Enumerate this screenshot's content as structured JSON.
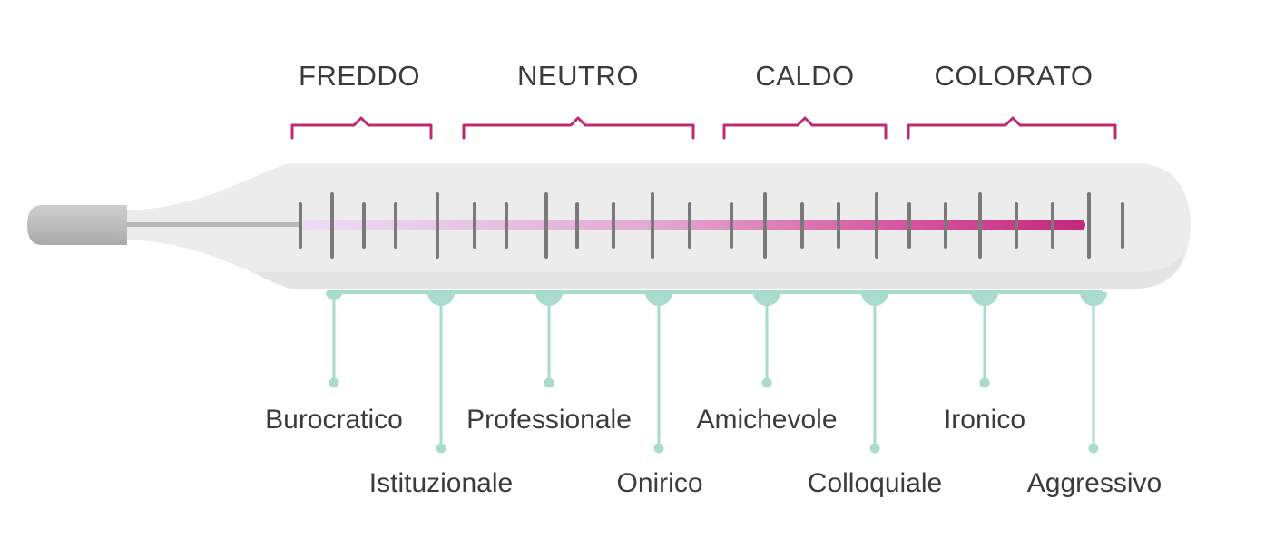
{
  "categories": [
    {
      "id": "freddo",
      "label": "FREDDO"
    },
    {
      "id": "neutro",
      "label": "NEUTRO"
    },
    {
      "id": "caldo",
      "label": "CALDO"
    },
    {
      "id": "colorato",
      "label": "COLORATO"
    }
  ],
  "tones": [
    {
      "id": "burocratico",
      "label": "Burocratico"
    },
    {
      "id": "istituzionale",
      "label": "Istituzionale"
    },
    {
      "id": "professionale",
      "label": "Professionale"
    },
    {
      "id": "onirico",
      "label": "Onirico"
    },
    {
      "id": "amichevole",
      "label": "Amichevole"
    },
    {
      "id": "colloquiale",
      "label": "Colloquiale"
    },
    {
      "id": "ironico",
      "label": "Ironico"
    },
    {
      "id": "aggressivo",
      "label": "Aggressivo"
    }
  ],
  "colors": {
    "bracket": "#c2286f",
    "connector": "#9fd6c6",
    "tick": "#7a7a7a",
    "tube": "#ececec",
    "tip": "#bdbdbd",
    "mercury_start": "#ead6f5",
    "mercury_end": "#c2287a"
  }
}
